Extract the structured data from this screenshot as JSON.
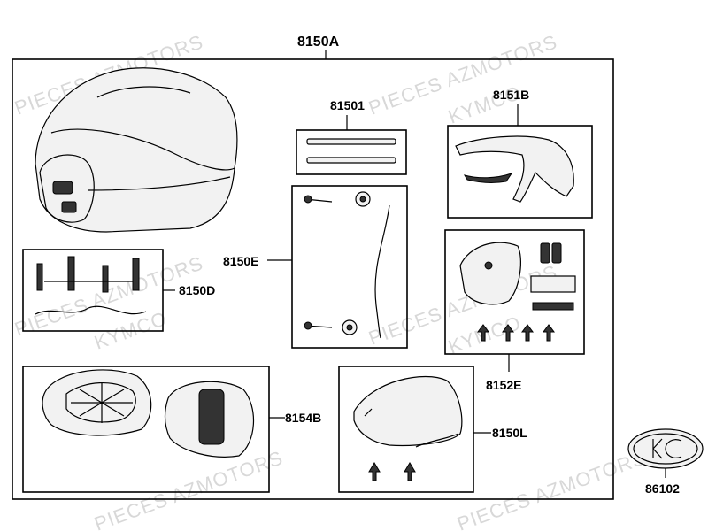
{
  "diagram": {
    "main_label": "8150A",
    "labels": {
      "p81501": "81501",
      "p8151B": "8151B",
      "p8150E": "8150E",
      "p8150D": "8150D",
      "p8152E": "8152E",
      "p8154B": "8154B",
      "p8150L": "8150L",
      "p86102": "86102"
    },
    "watermark": {
      "line1": "PIECES AZMOTORS",
      "line2": "KYMCO"
    }
  }
}
